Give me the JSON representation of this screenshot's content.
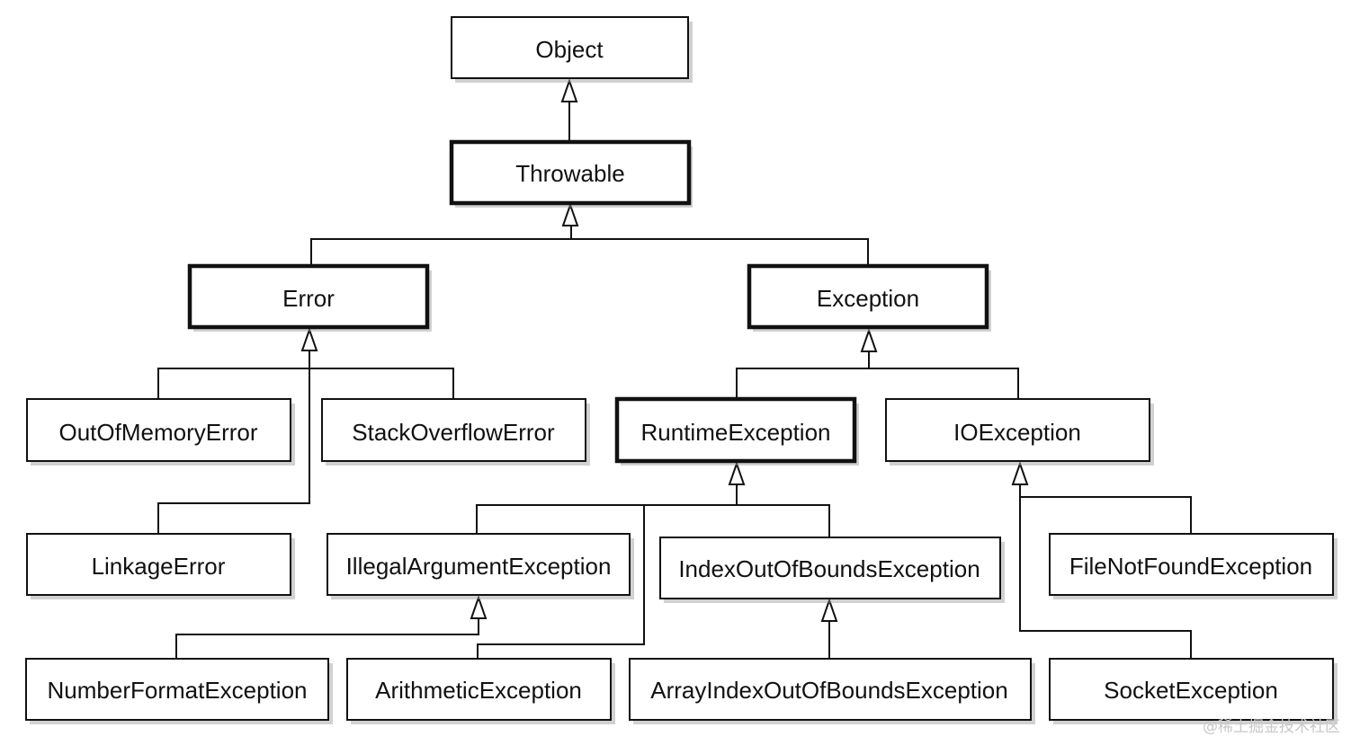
{
  "nodes": {
    "object": "Object",
    "throwable": "Throwable",
    "error": "Error",
    "exception": "Exception",
    "out_of_memory_error": "OutOfMemoryError",
    "stack_overflow_error": "StackOverflowError",
    "runtime_exception": "RuntimeException",
    "io_exception": "IOException",
    "linkage_error": "LinkageError",
    "illegal_argument_exception": "IllegalArgumentException",
    "index_out_of_bounds_exception": "IndexOutOfBoundsException",
    "file_not_found_exception": "FileNotFoundException",
    "number_format_exception": "NumberFormatException",
    "arithmetic_exception": "ArithmeticException",
    "array_index_out_of_bounds_exception": "ArrayIndexOutOfBoundsException",
    "socket_exception": "SocketException"
  },
  "watermark": "@稀土掘金技术社区"
}
